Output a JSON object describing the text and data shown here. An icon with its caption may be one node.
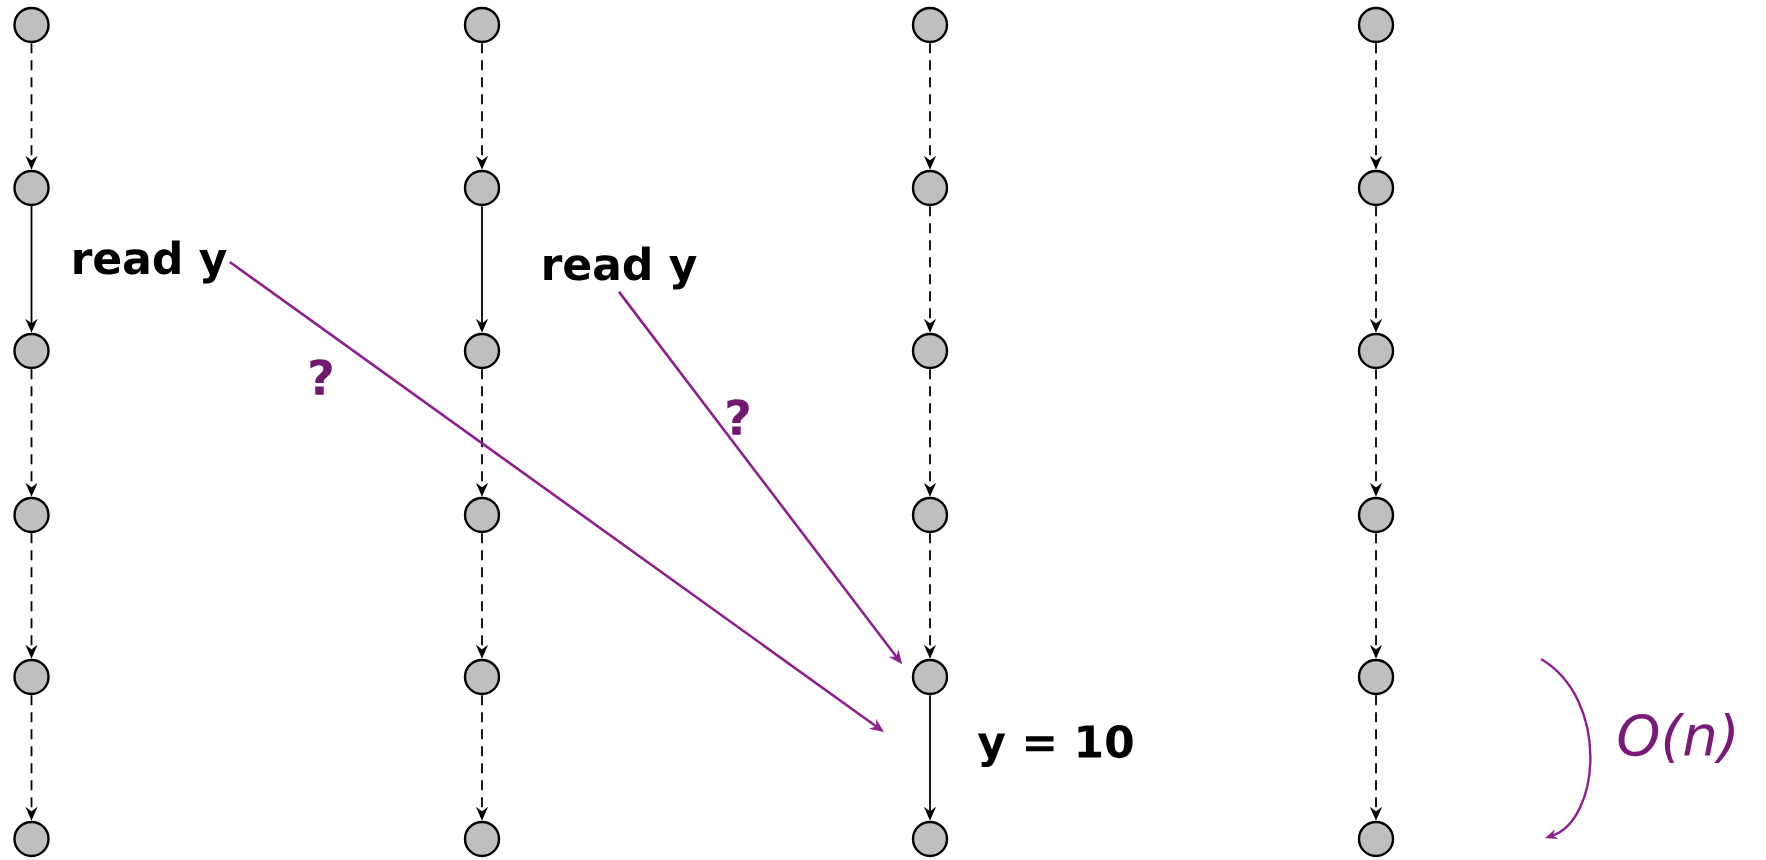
{
  "diagram": {
    "nodes": [
      {
        "text": [],
        "shape": "circle"
      },
      {
        "text": [],
        "shape": "circle"
      },
      {
        "text": [],
        "shape": "circle"
      },
      {
        "text": [],
        "shape": "circle"
      },
      {
        "text": [],
        "shape": "circle"
      },
      {
        "text": [],
        "shape": "circle"
      },
      {
        "text": [],
        "shape": "circle"
      },
      {
        "text": [],
        "shape": "circle"
      },
      {
        "text": [],
        "shape": "circle"
      },
      {
        "text": [],
        "shape": "circle"
      },
      {
        "text": [],
        "shape": "circle"
      },
      {
        "text": [],
        "shape": "circle"
      },
      {
        "text": [],
        "shape": "circle"
      },
      {
        "text": [],
        "shape": "circle"
      },
      {
        "text": [],
        "shape": "circle"
      },
      {
        "text": [],
        "shape": "circle"
      },
      {
        "text": [],
        "shape": "circle"
      },
      {
        "text": [],
        "shape": "circle"
      },
      {
        "text": [],
        "shape": "circle"
      },
      {
        "text": [],
        "shape": "circle"
      },
      {
        "text": [],
        "shape": "circle"
      },
      {
        "text": [],
        "shape": "circle"
      },
      {
        "text": [],
        "shape": "circle"
      },
      {
        "text": [],
        "shape": "circle"
      },
      {
        "text": [
          "read y"
        ]
      },
      {
        "text": [
          "read y"
        ]
      },
      {
        "text": [
          "y = 10"
        ]
      }
    ],
    "edges": [
      {
        "from": 0,
        "to": 1,
        "arrow": "to",
        "style": "dashed"
      },
      {
        "from": 1,
        "to": 2,
        "arrow": "to"
      },
      {
        "from": 2,
        "to": 3,
        "arrow": "to",
        "style": "dashed"
      },
      {
        "from": 3,
        "to": 4,
        "arrow": "to",
        "style": "dashed"
      },
      {
        "from": 4,
        "to": 5,
        "arrow": "to",
        "style": "dashed"
      },
      {
        "from": 6,
        "to": 7,
        "arrow": "to",
        "style": "dashed"
      },
      {
        "from": 7,
        "to": 8,
        "arrow": "to"
      },
      {
        "from": 8,
        "to": 9,
        "arrow": "to",
        "style": "dashed"
      },
      {
        "from": 9,
        "to": 10,
        "arrow": "to",
        "style": "dashed"
      },
      {
        "from": 10,
        "to": 11,
        "arrow": "to",
        "style": "dashed"
      },
      {
        "from": 12,
        "to": 13,
        "arrow": "to",
        "style": "dashed"
      },
      {
        "from": 13,
        "to": 14,
        "arrow": "to",
        "style": "dashed"
      },
      {
        "from": 14,
        "to": 15,
        "arrow": "to",
        "style": "dashed"
      },
      {
        "from": 15,
        "to": 16,
        "arrow": "to",
        "style": "dashed"
      },
      {
        "from": 16,
        "to": 17,
        "arrow": "to"
      },
      {
        "from": 18,
        "to": 19,
        "arrow": "to",
        "style": "dashed"
      },
      {
        "from": 19,
        "to": 20,
        "arrow": "to",
        "style": "dashed"
      },
      {
        "from": 20,
        "to": 21,
        "arrow": "to",
        "style": "dashed"
      },
      {
        "from": 21,
        "to": 22,
        "arrow": "to",
        "style": "dashed"
      },
      {
        "from": 22,
        "to": 23,
        "arrow": "to",
        "style": "dashed"
      },
      {
        "from": 24,
        "to": null,
        "arrow": "to",
        "label": "?",
        "color": "#8e1f8e"
      },
      {
        "from": 25,
        "to": 16,
        "arrow": "to",
        "label": "?",
        "color": "#8e1f8e"
      }
    ],
    "labels": [
      "O(n)"
    ]
  }
}
